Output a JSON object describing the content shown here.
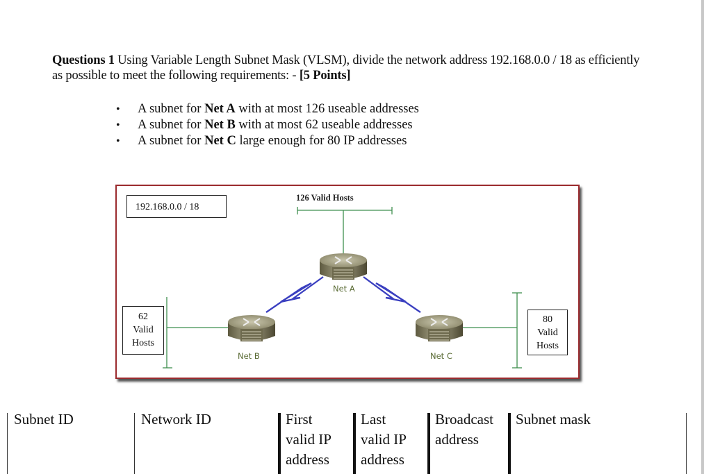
{
  "question": {
    "number_label": "Questions 1",
    "text": " Using Variable Length Subnet Mask (VLSM), divide the network address 192.168.0.0 / 18 as efficiently as possible to meet the following requirements: - ",
    "points_label": "[5 Points]"
  },
  "requirements": [
    {
      "prefix": "A subnet for ",
      "net": "Net A",
      "suffix": " with at most 126 useable addresses"
    },
    {
      "prefix": "A subnet for ",
      "net": "Net B",
      "suffix": " with at most 62 useable addresses"
    },
    {
      "prefix": "A subnet for ",
      "net": "Net C",
      "suffix": " large enough for 80 IP addresses"
    }
  ],
  "diagram": {
    "network_address": "192.168.0.0 / 18",
    "net_a_hosts": "126 Valid Hosts",
    "net_b_hosts": [
      "62",
      "Valid",
      "Hosts"
    ],
    "net_c_hosts": [
      "80",
      "Valid",
      "Hosts"
    ],
    "routers": [
      "Net A",
      "Net B",
      "Net C"
    ],
    "colors": {
      "border": "#9b2b2e",
      "lan_line": "#3f8f4f",
      "wan_link": "#3a3fc0"
    }
  },
  "table": {
    "headers": [
      [
        "Subnet ID"
      ],
      [
        "Network ID"
      ],
      [
        "First",
        "valid IP",
        "address"
      ],
      [
        "Last",
        "valid IP",
        "address"
      ],
      [
        "Broadcast",
        "address"
      ],
      [
        "Subnet mask"
      ]
    ]
  }
}
